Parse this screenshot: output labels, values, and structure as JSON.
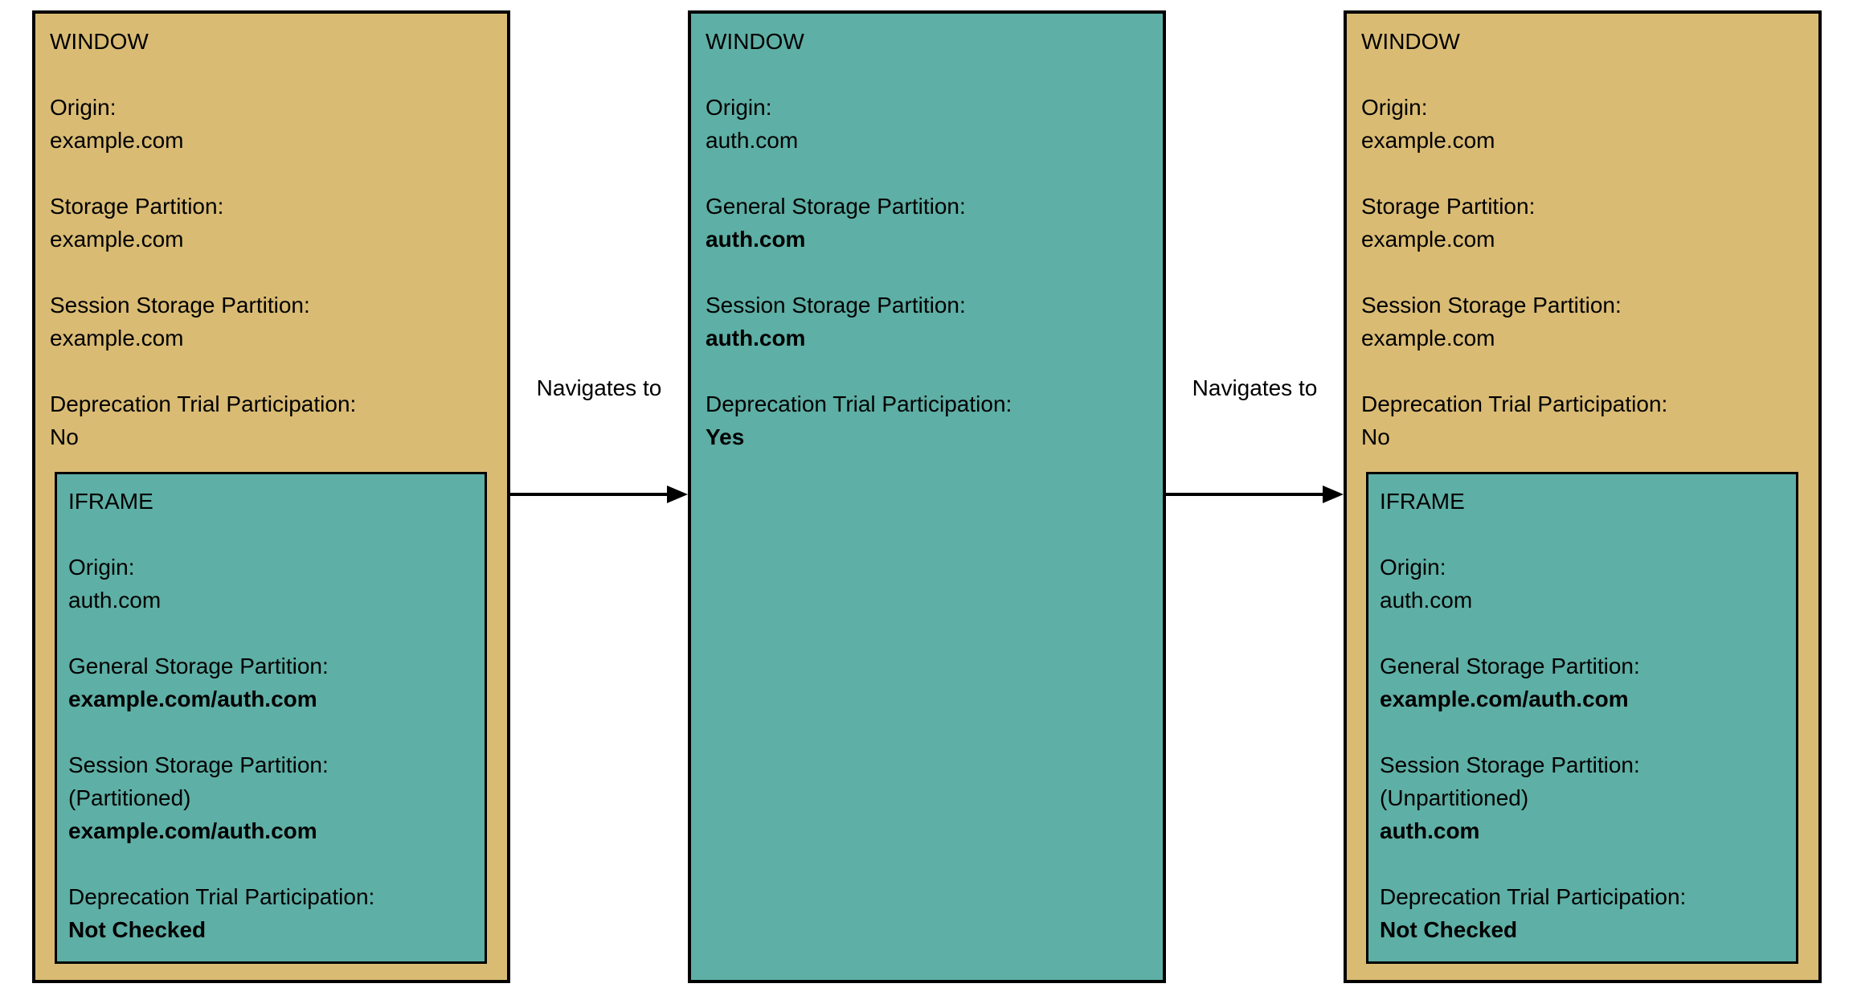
{
  "diagram": {
    "colors": {
      "window_fill_tan": "#d9bb74",
      "iframe_fill_teal": "#5eafa5",
      "border": "#000000",
      "text": "#000000",
      "background": "#ffffff"
    },
    "arrows": [
      {
        "label": "Navigates to"
      },
      {
        "label": "Navigates to"
      }
    ],
    "boxes": [
      {
        "title": "WINDOW",
        "fill": "tan",
        "fields": [
          {
            "label": "Origin:",
            "value": "example.com",
            "value_bold": false
          },
          {
            "label": "Storage Partition:",
            "value": "example.com",
            "value_bold": false
          },
          {
            "label": "Session Storage Partition:",
            "value": "example.com",
            "value_bold": false
          },
          {
            "label": "Deprecation Trial Participation:",
            "value": "No",
            "value_bold": false
          }
        ],
        "iframe": {
          "title": "IFRAME",
          "fill": "teal",
          "fields": [
            {
              "label": "Origin:",
              "value": "auth.com",
              "value_bold": false
            },
            {
              "label": "General Storage Partition:",
              "value": "example.com/auth.com",
              "value_bold": true
            },
            {
              "label": "Session Storage Partition:",
              "note": "(Partitioned)",
              "value": "example.com/auth.com",
              "value_bold": true
            },
            {
              "label": "Deprecation Trial Participation:",
              "value": "Not Checked",
              "value_bold": true
            }
          ]
        }
      },
      {
        "title": "WINDOW",
        "fill": "teal",
        "fields": [
          {
            "label": "Origin:",
            "value": "auth.com",
            "value_bold": false
          },
          {
            "label": "General Storage Partition:",
            "value": "auth.com",
            "value_bold": true
          },
          {
            "label": "Session Storage Partition:",
            "value": "auth.com",
            "value_bold": true
          },
          {
            "label": "Deprecation Trial Participation:",
            "value": "Yes",
            "value_bold": true
          }
        ]
      },
      {
        "title": "WINDOW",
        "fill": "tan",
        "fields": [
          {
            "label": "Origin:",
            "value": "example.com",
            "value_bold": false
          },
          {
            "label": "Storage Partition:",
            "value": "example.com",
            "value_bold": false
          },
          {
            "label": "Session Storage Partition:",
            "value": "example.com",
            "value_bold": false
          },
          {
            "label": "Deprecation Trial Participation:",
            "value": "No",
            "value_bold": false
          }
        ],
        "iframe": {
          "title": "IFRAME",
          "fill": "teal",
          "fields": [
            {
              "label": "Origin:",
              "value": "auth.com",
              "value_bold": false
            },
            {
              "label": "General Storage Partition:",
              "value": "example.com/auth.com",
              "value_bold": true
            },
            {
              "label": "Session Storage Partition:",
              "note": "(Unpartitioned)",
              "value": "auth.com",
              "value_bold": true
            },
            {
              "label": "Deprecation Trial Participation:",
              "value": "Not Checked",
              "value_bold": true
            }
          ]
        }
      }
    ]
  }
}
